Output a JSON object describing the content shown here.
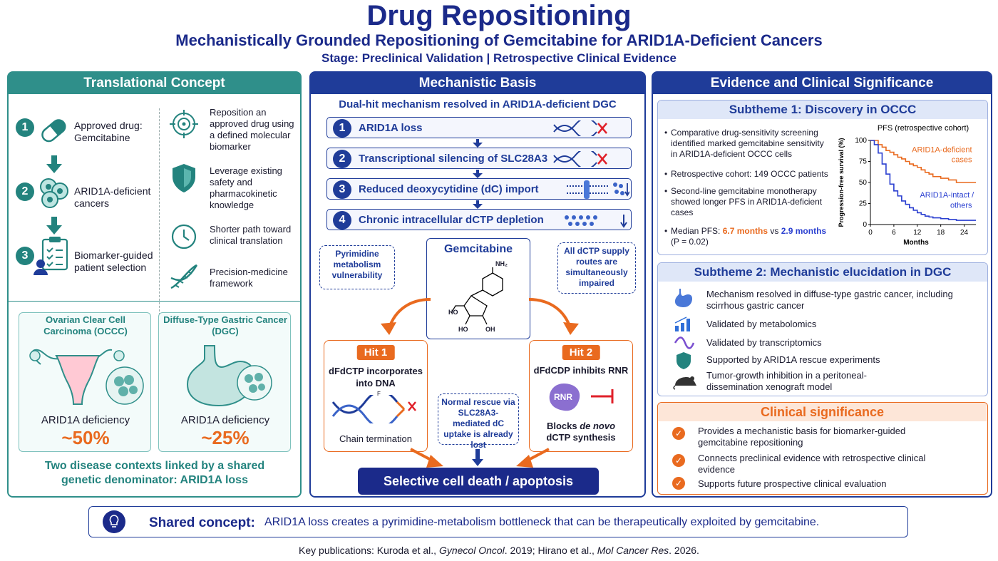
{
  "header": {
    "title": "Drug Repositioning",
    "subtitle": "Mechanistically Grounded Repositioning of Gemcitabine for ARID1A-Deficient Cancers",
    "stage": "Stage: Preclinical Validation | Retrospective Clinical Evidence"
  },
  "left": {
    "title": "Translational Concept",
    "steps": [
      {
        "num": "1",
        "text": "Approved drug: Gemcitabine"
      },
      {
        "num": "2",
        "text": "ARID1A-deficient cancers"
      },
      {
        "num": "3",
        "text": "Biomarker-guided patient selection"
      }
    ],
    "principles": [
      "Reposition an approved drug using a defined molecular biomarker",
      "Leverage existing safety and pharmacokinetic knowledge",
      "Shorter path toward clinical translation",
      "Precision-medicine framework"
    ],
    "occc": {
      "title": "Ovarian Clear Cell Carcinoma (OCCC)",
      "label": "ARID1A deficiency",
      "value": "~50%"
    },
    "dgc": {
      "title": "Diffuse-Type Gastric Cancer (DGC)",
      "label": "ARID1A deficiency",
      "value": "~25%"
    },
    "summary": "Two disease contexts linked by a shared genetic denominator: ARID1A loss"
  },
  "middle": {
    "title": "Mechanistic Basis",
    "heading": "Dual-hit mechanism resolved in ARID1A-deficient DGC",
    "steps": [
      {
        "num": "1",
        "label": "ARID1A loss"
      },
      {
        "num": "2",
        "label": "Transcriptional silencing of SLC28A3"
      },
      {
        "num": "3",
        "label": "Reduced deoxycytidine (dC) import"
      },
      {
        "num": "4",
        "label": "Chronic intracellular dCTP depletion"
      }
    ],
    "note_left": "Pyrimidine metabolism vulnerability",
    "note_right": "All dCTP supply routes are simultaneously impaired",
    "drug": "Gemcitabine",
    "mol_nh2": "NH₂",
    "mol_ho": "HO",
    "mol_oh1": "HO",
    "mol_oh2": "OH",
    "mol_f": "F",
    "hit1": {
      "label": "Hit 1",
      "text": "dFdCTP incorporates into DNA",
      "sub": "Chain termination"
    },
    "hit2": {
      "label": "Hit 2",
      "text": "dFdCDP inhibits RNR",
      "rnr": "RNR",
      "sub_a": "Blocks ",
      "sub_italic": "de novo",
      "sub_b": "dCTP synthesis"
    },
    "note_center": "Normal rescue via SLC28A3-mediated dC uptake is already lost",
    "result": "Selective cell death / apoptosis"
  },
  "right": {
    "title": "Evidence and Clinical Significance",
    "sub1": {
      "title": "Subtheme 1: Discovery in OCCC",
      "bullets": [
        "Comparative drug-sensitivity screening identified marked gemcitabine sensitivity in ARID1A-deficient OCCC cells",
        "Retrospective cohort: 149 OCCC patients",
        "Second-line gemcitabine monotherapy showed longer PFS in ARID1A-deficient cases"
      ],
      "median_prefix": "Median PFS: ",
      "median_a": "6.7 months",
      "median_vs": " vs ",
      "median_b": "2.9 months",
      "pvalue": "(P = 0.02)"
    },
    "sub2": {
      "title": "Subtheme 2: Mechanistic elucidation in DGC",
      "items": [
        "Mechanism resolved in diffuse-type gastric cancer, including scirrhous gastric cancer",
        "Validated by metabolomics",
        "Validated by transcriptomics",
        "Supported by ARID1A rescue experiments",
        "Tumor-growth inhibition in a peritoneal-dissemination xenograft model"
      ]
    },
    "clinical": {
      "title": "Clinical significance",
      "items": [
        "Provides a mechanistic basis for biomarker-guided gemcitabine repositioning",
        "Connects preclinical evidence with retrospective clinical evidence",
        "Supports future prospective clinical evaluation"
      ]
    }
  },
  "footer": {
    "shared_label": "Shared concept:",
    "shared_text": "ARID1A loss creates a pyrimidine-metabolism bottleneck that can be therapeutically exploited by gemcitabine.",
    "pubs_a": "Key publications: Kuroda et al., ",
    "pubs_j1": "Gynecol Oncol",
    "pubs_b": ". 2019; Hirano et al., ",
    "pubs_j2": "Mol Cancer Res",
    "pubs_c": ". 2026."
  },
  "colors": {
    "teal": "#2f8f8a",
    "navy": "#1f3c99",
    "orange": "#e96a1f",
    "blue": "#2a3fd0"
  },
  "chart_data": {
    "type": "line",
    "title": "PFS (retrospective cohort)",
    "xlabel": "Months",
    "ylabel": "Progression-free survival (%)",
    "xlim": [
      0,
      27
    ],
    "ylim": [
      0,
      100
    ],
    "xticks": [
      0,
      6,
      12,
      18,
      24
    ],
    "yticks": [
      0,
      25,
      50,
      75,
      100
    ],
    "series": [
      {
        "name": "ARID1A-deficient cases",
        "color": "#e96a1f",
        "x": [
          0,
          1,
          2,
          3,
          4,
          5,
          6,
          7,
          8,
          9,
          10,
          11,
          12,
          13,
          14,
          15,
          16,
          18,
          20,
          22,
          24,
          27
        ],
        "y": [
          100,
          100,
          95,
          92,
          88,
          86,
          83,
          80,
          78,
          75,
          72,
          70,
          68,
          65,
          62,
          60,
          57,
          55,
          53,
          50,
          50,
          50
        ]
      },
      {
        "name": "ARID1A-intact / others",
        "color": "#2a3fd0",
        "x": [
          0,
          1,
          2,
          3,
          4,
          5,
          6,
          7,
          8,
          9,
          10,
          11,
          12,
          13,
          14,
          15,
          16,
          18,
          20,
          22,
          24,
          27
        ],
        "y": [
          100,
          95,
          85,
          72,
          60,
          48,
          40,
          34,
          28,
          24,
          20,
          17,
          14,
          12,
          10,
          9,
          8,
          7,
          6,
          5,
          5,
          5
        ]
      }
    ]
  }
}
